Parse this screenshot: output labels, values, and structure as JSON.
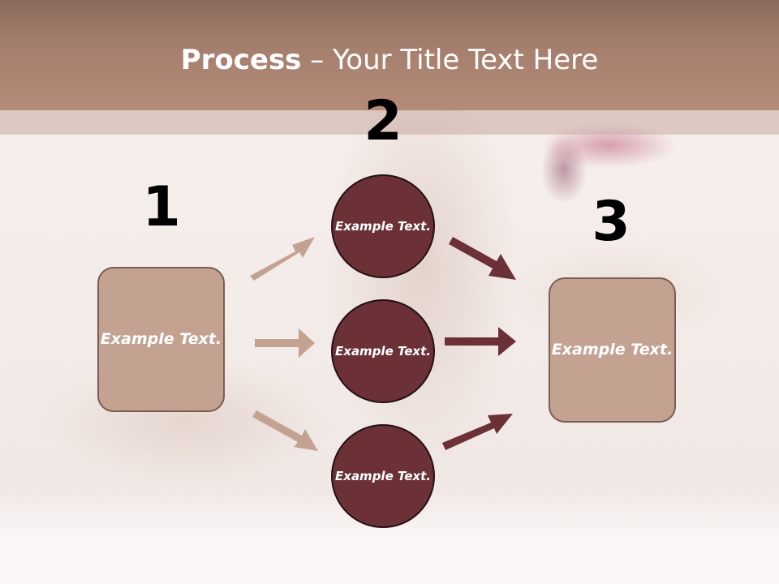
{
  "title": {
    "bold": "Process",
    "rest": " – Your Title Text Here"
  },
  "steps": [
    {
      "number": "1",
      "text": "Example Text."
    },
    {
      "number": "2",
      "items": [
        "Example Text.",
        "Example Text.",
        "Example Text."
      ]
    },
    {
      "number": "3",
      "text": "Example Text."
    }
  ],
  "colors": {
    "header": "#a67f6e",
    "box_fill": "#c4a292",
    "circle_fill": "#6b3136",
    "arrow_light": "#c4a292",
    "arrow_dark": "#6b3136"
  }
}
